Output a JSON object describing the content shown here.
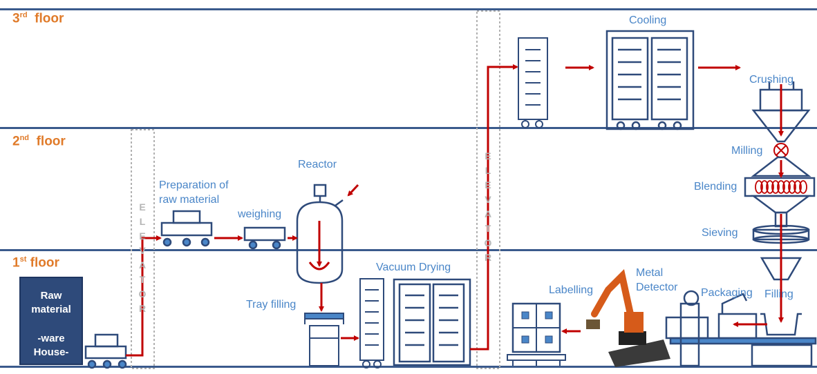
{
  "floors": {
    "third": {
      "num": "3",
      "suffix": "rd",
      "word": "floor"
    },
    "second": {
      "num": "2",
      "suffix": "nd",
      "word": "floor"
    },
    "first": {
      "num": "1",
      "suffix": "st",
      "word": "floor"
    }
  },
  "elevator_letters": [
    "E",
    "L",
    "E",
    "V",
    "A",
    "T",
    "O",
    "R"
  ],
  "warehouse": {
    "line1": "Raw",
    "line2": "material",
    "line3": "-ware",
    "line4": "House-"
  },
  "steps": {
    "preparation_1": "Preparation of",
    "preparation_2": "raw material",
    "weighing": "weighing",
    "reactor": "Reactor",
    "tray_filling": "Tray filling",
    "vacuum_drying": "Vacuum Drying",
    "cooling": "Cooling",
    "crushing": "Crushing",
    "milling": "Milling",
    "blending": "Blending",
    "sieving": "Sieving",
    "filling": "Filling",
    "packaging": "Packaging",
    "metal_1": "Metal",
    "metal_2": "Detector",
    "labelling": "Labelling"
  },
  "colors": {
    "line": "#2e4a7a",
    "arrow": "#c00000",
    "label": "#4a86c8",
    "floor": "#e07b2a",
    "elevator": "#b5b5b5"
  }
}
